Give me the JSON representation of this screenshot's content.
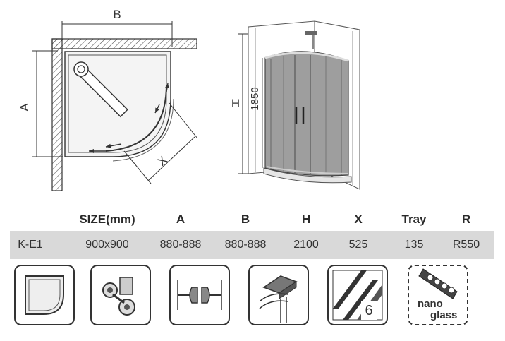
{
  "dims": {
    "b": "B",
    "a": "A",
    "x": "X",
    "h": "H",
    "height_value": "1850"
  },
  "spec_table": {
    "headers": [
      "SIZE(mm)",
      "A",
      "B",
      "H",
      "X",
      "Tray",
      "R"
    ],
    "row": {
      "model": "K-E1",
      "values": [
        "900x900",
        "880-888",
        "880-888",
        "2100",
        "525",
        "135",
        "R550"
      ]
    }
  },
  "features": {
    "glass_thickness": "6",
    "nano_label_1": "nano",
    "nano_label_2": "glass"
  },
  "colors": {
    "table_row_bg": "#d9d9d9",
    "line": "#333333"
  }
}
